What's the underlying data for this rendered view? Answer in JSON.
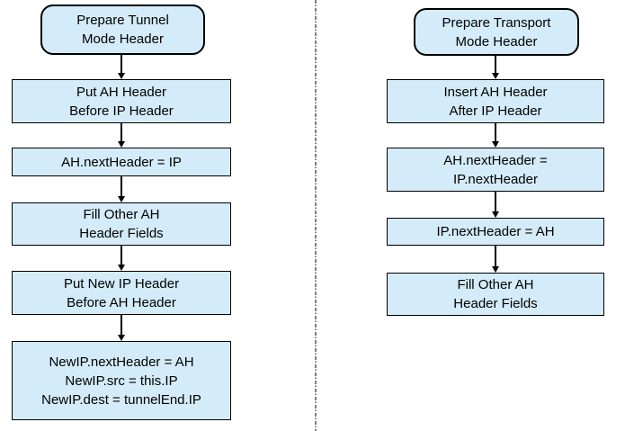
{
  "colors": {
    "background": "#ffffff",
    "node_fill": "#d4ecf9",
    "node_border": "#000000",
    "arrow": "#000000",
    "divider": "#7f7f7f"
  },
  "tunnel_flow": {
    "nodes": [
      {
        "type": "terminator",
        "lines": [
          "Prepare Tunnel",
          "Mode Header"
        ]
      },
      {
        "type": "process",
        "lines": [
          "Put AH Header",
          "Before IP Header"
        ]
      },
      {
        "type": "process",
        "lines": [
          "AH.nextHeader = IP"
        ]
      },
      {
        "type": "process",
        "lines": [
          "Fill Other AH",
          "Header Fields"
        ]
      },
      {
        "type": "process",
        "lines": [
          "Put New IP Header",
          "Before AH Header"
        ]
      },
      {
        "type": "process",
        "lines": [
          "NewIP.nextHeader = AH",
          "NewIP.src = this.IP",
          "NewIP.dest = tunnelEnd.IP"
        ]
      }
    ]
  },
  "transport_flow": {
    "nodes": [
      {
        "type": "terminator",
        "lines": [
          "Prepare Transport",
          "Mode Header"
        ]
      },
      {
        "type": "process",
        "lines": [
          "Insert AH Header",
          "After IP Header"
        ]
      },
      {
        "type": "process",
        "lines": [
          "AH.nextHeader =",
          "IP.nextHeader"
        ]
      },
      {
        "type": "process",
        "lines": [
          "IP.nextHeader = AH"
        ]
      },
      {
        "type": "process",
        "lines": [
          "Fill Other AH",
          "Header Fields"
        ]
      }
    ]
  }
}
